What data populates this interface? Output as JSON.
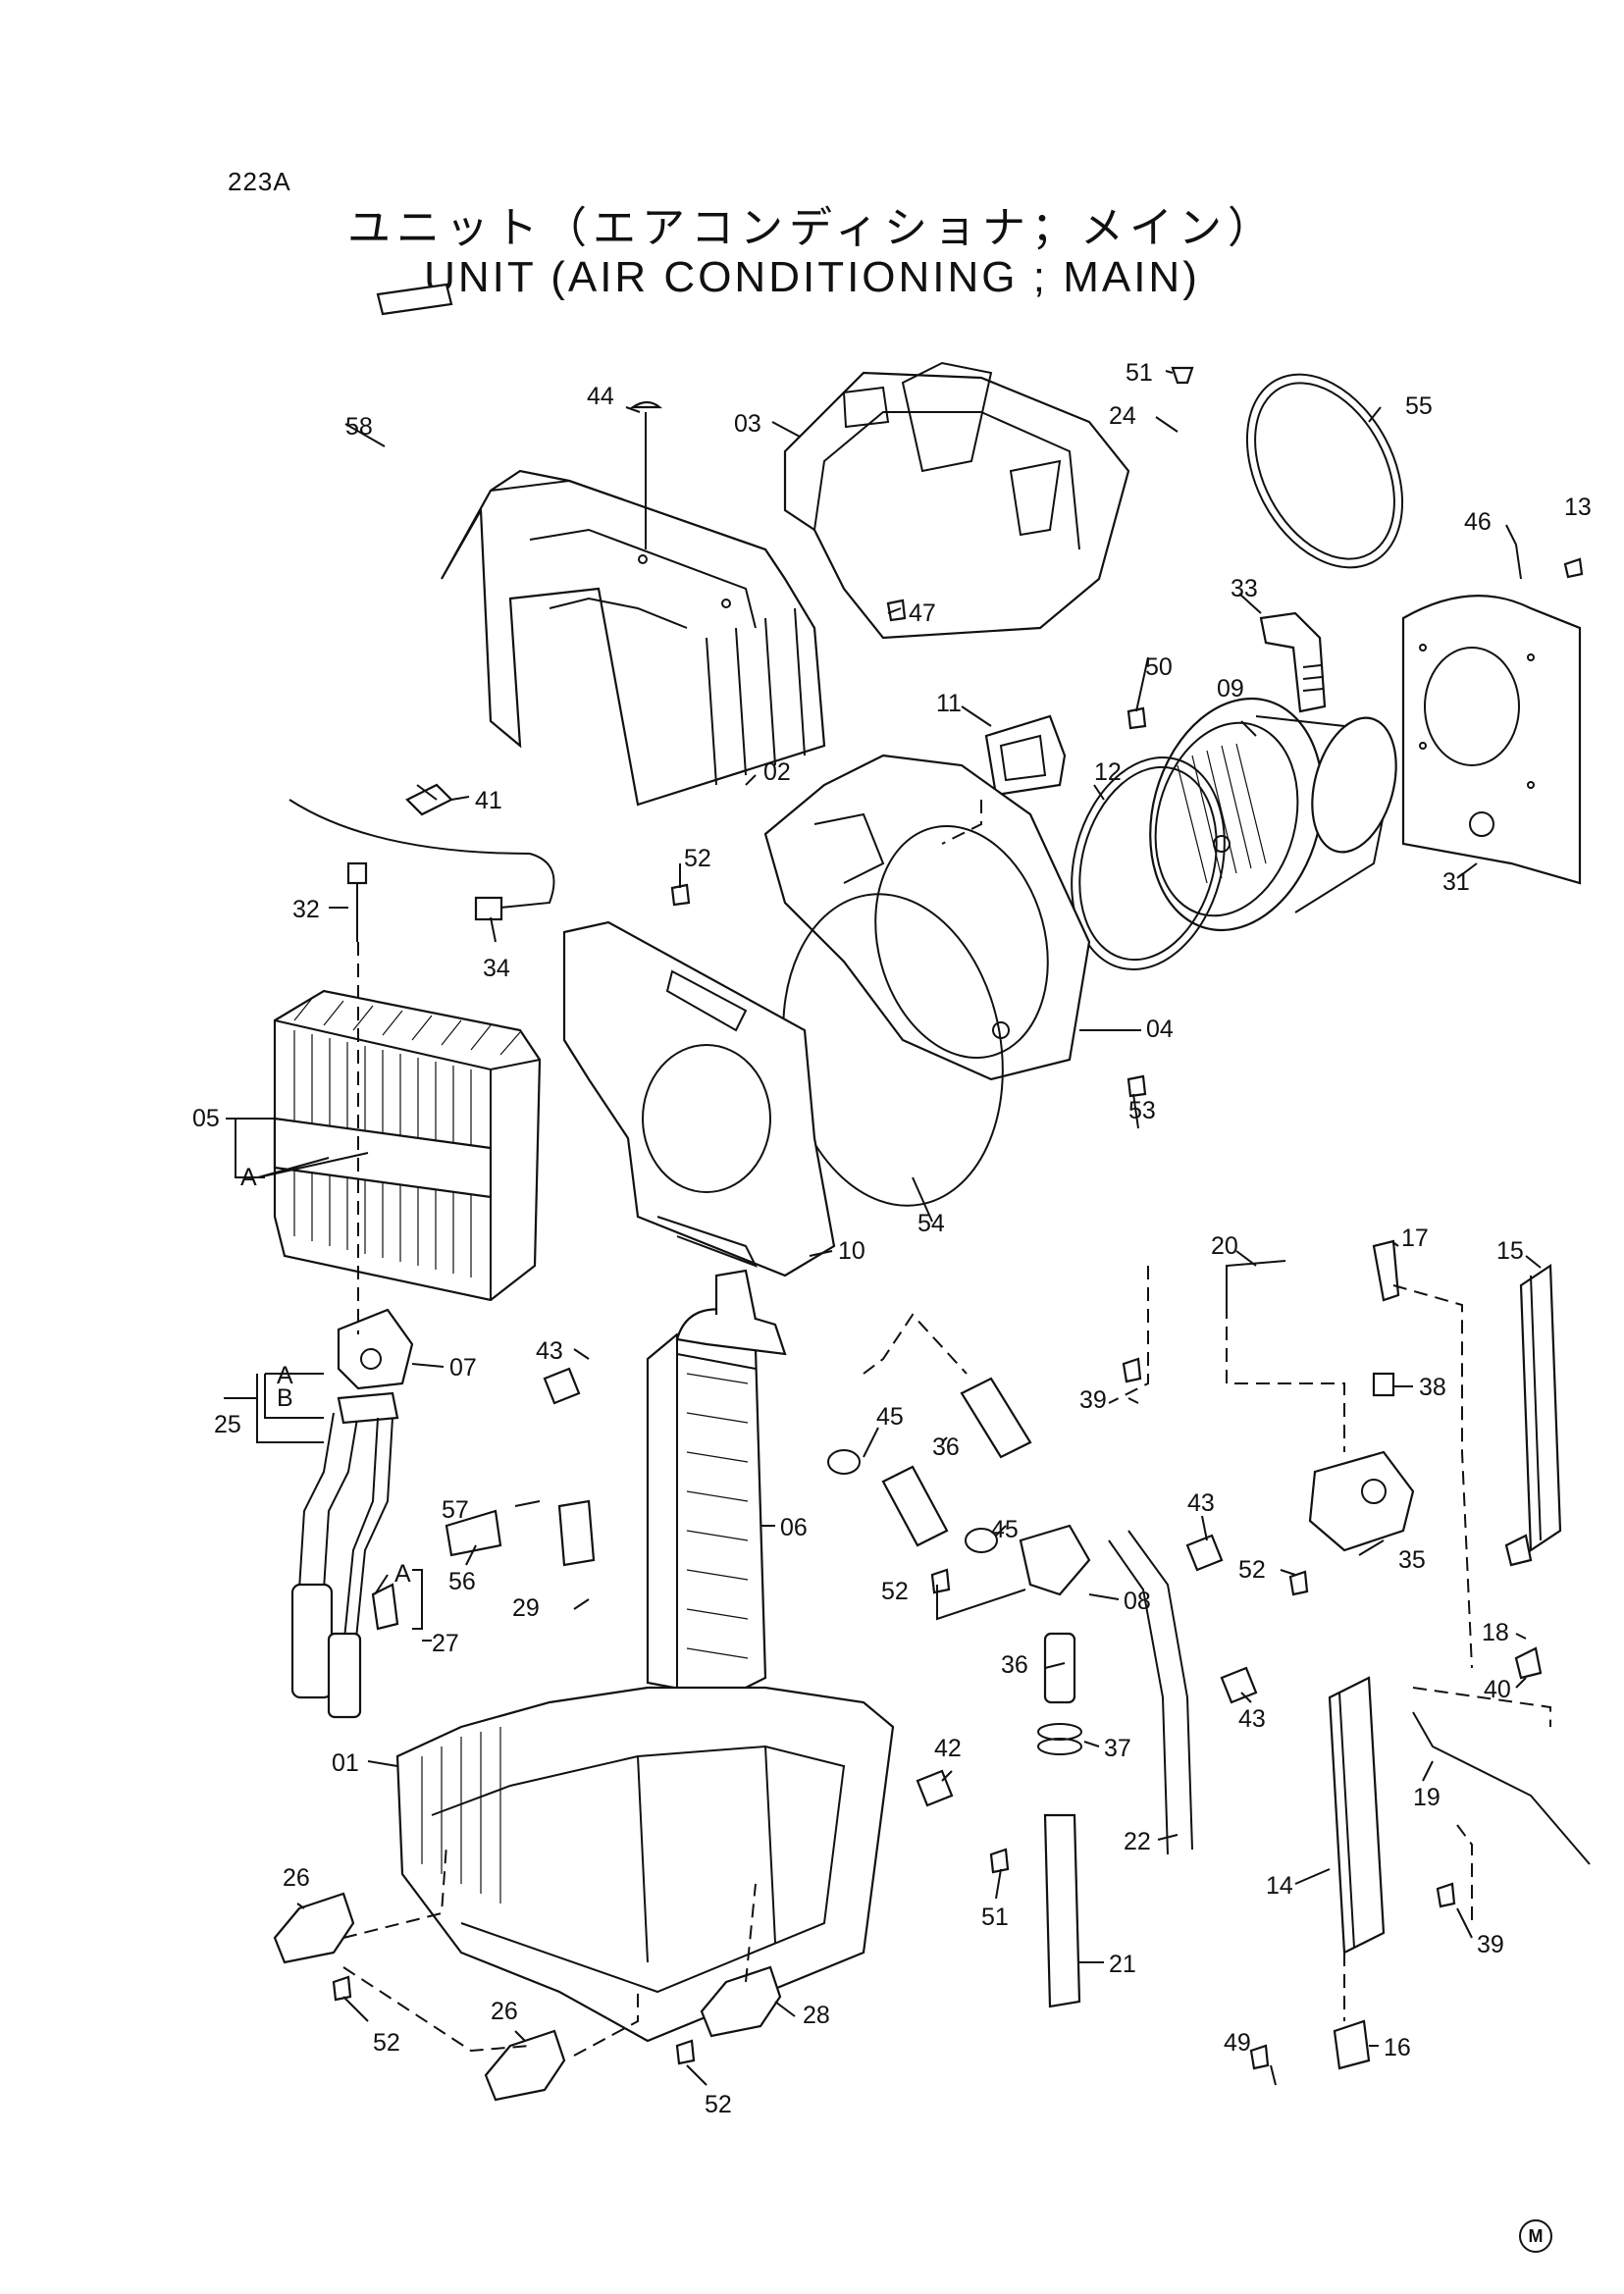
{
  "header": {
    "page_code": "223A",
    "title_ja": "ユニット（エアコンディショナ；メイン）",
    "title_en": "UNIT (AIR CONDITIONING ; MAIN)"
  },
  "footer": {
    "mark": "M"
  },
  "callouts": [
    "58",
    "44",
    "03",
    "51",
    "24",
    "55",
    "46",
    "13",
    "33",
    "47",
    "50",
    "09",
    "11",
    "41",
    "02",
    "12",
    "31",
    "52",
    "32",
    "34",
    "04",
    "05",
    "A",
    "53",
    "10",
    "54",
    "20",
    "17",
    "15",
    "43",
    "07",
    "A",
    "B",
    "25",
    "45",
    "36",
    "39",
    "38",
    "57",
    "45",
    "43",
    "56",
    "06",
    "29",
    "52",
    "08",
    "52",
    "35",
    "A",
    "27",
    "18",
    "40",
    "36",
    "37",
    "42",
    "01",
    "43",
    "19",
    "26",
    "51",
    "22",
    "14",
    "21",
    "28",
    "26",
    "52",
    "52",
    "39",
    "49",
    "16"
  ]
}
